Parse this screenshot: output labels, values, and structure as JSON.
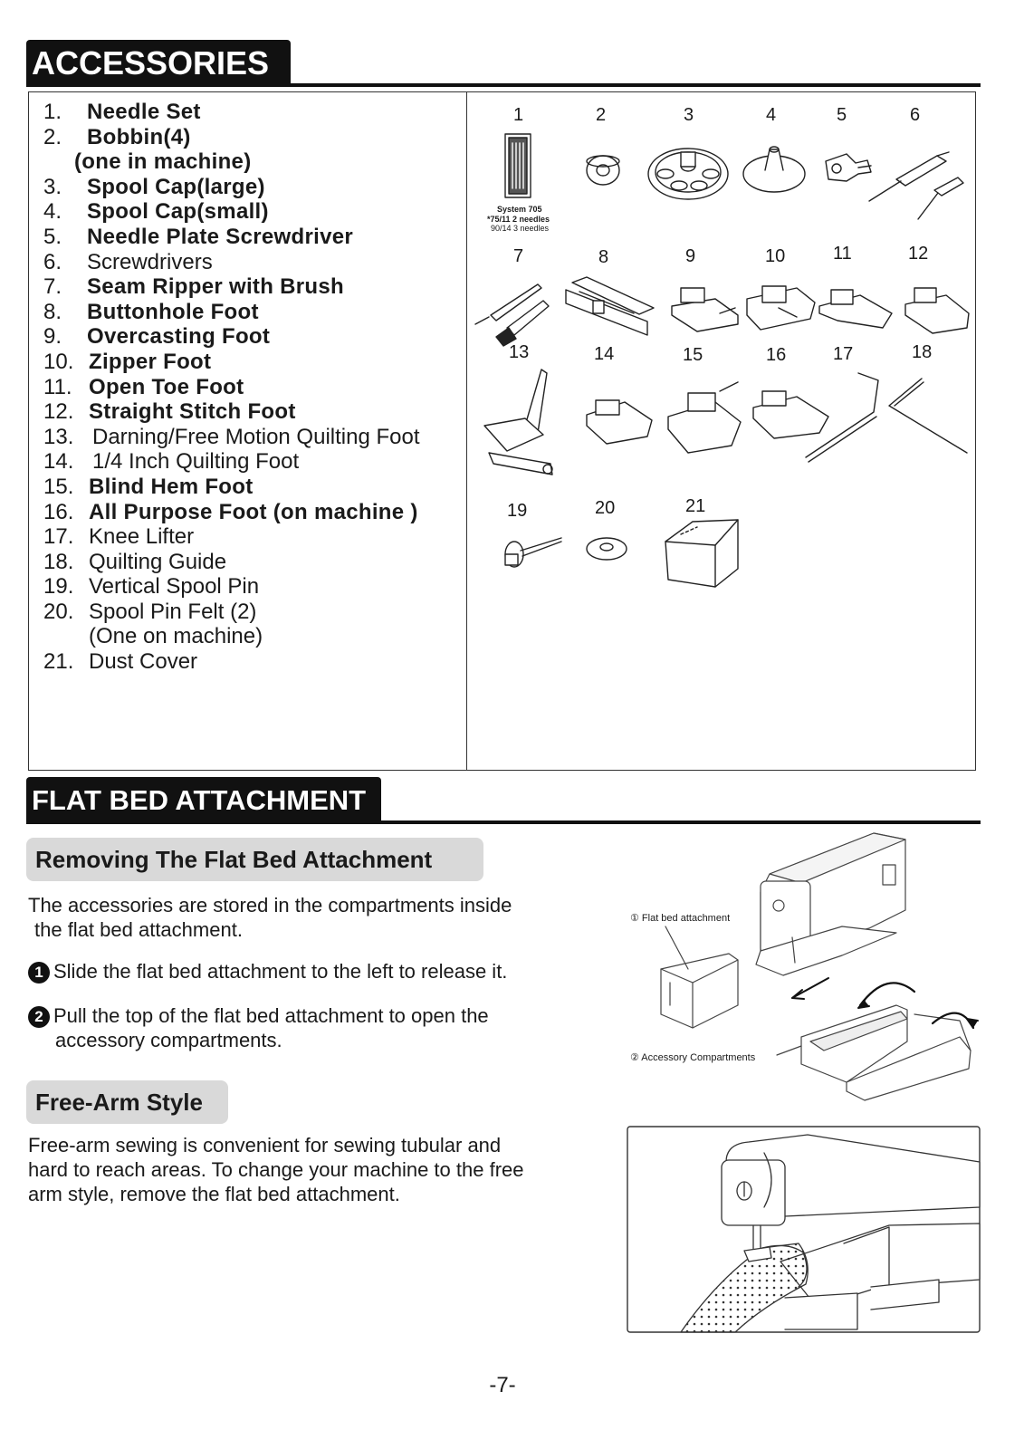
{
  "accessories": {
    "title": "ACCESSORIES",
    "items": [
      {
        "num": "1.",
        "label": "Needle Set"
      },
      {
        "num": "2.",
        "label": "Bobbin(4)"
      },
      {
        "num": "",
        "label": "(one in machine)"
      },
      {
        "num": "3.",
        "label": "Spool Cap(large)"
      },
      {
        "num": "4.",
        "label": "Spool Cap(small)"
      },
      {
        "num": "5.",
        "label": "Needle Plate Screwdriver"
      },
      {
        "num": "6.",
        "label": "Screwdrivers"
      },
      {
        "num": "7.",
        "label": "Seam Ripper with Brush"
      },
      {
        "num": "8.",
        "label": "Buttonhole Foot"
      },
      {
        "num": "9.",
        "label": "Overcasting Foot"
      },
      {
        "num": "10.",
        "label": "Zipper Foot"
      },
      {
        "num": "11.",
        "label": "Open Toe Foot"
      },
      {
        "num": "12.",
        "label": "Straight Stitch Foot"
      },
      {
        "num": "13.",
        "label": "Darning/Free Motion Quilting Foot"
      },
      {
        "num": "14.",
        "label": "1/4 Inch Quilting Foot"
      },
      {
        "num": "15.",
        "label": "Blind Hem Foot"
      },
      {
        "num": "16.",
        "label": "All Purpose Foot (on machine )"
      },
      {
        "num": "17.",
        "label": "Knee Lifter"
      },
      {
        "num": "18.",
        "label": "Quilting Guide"
      },
      {
        "num": "19.",
        "label": "Vertical Spool Pin"
      },
      {
        "num": "20.",
        "label": "Spool Pin Felt (2)"
      },
      {
        "num": "",
        "label": "(One on machine)"
      },
      {
        "num": "21.",
        "label": "Dust Cover"
      }
    ],
    "figure_numbers": [
      "1",
      "2",
      "3",
      "4",
      "5",
      "6",
      "7",
      "8",
      "9",
      "10",
      "11",
      "12",
      "13",
      "14",
      "15",
      "16",
      "17",
      "18",
      "19",
      "20",
      "21"
    ],
    "needle_label": {
      "line1": "System 705",
      "line2": "*75/11  2 needles",
      "line3": "90/14  3 needles"
    }
  },
  "flat_bed": {
    "title": "FLAT BED ATTACHMENT",
    "removing": {
      "heading": "Removing The Flat Bed Attachment",
      "intro_line1": "The accessories are stored in the compartments inside",
      "intro_line2": "the flat bed attachment.",
      "step1_badge": "1",
      "step1": "Slide the flat bed attachment to the left  to release it.",
      "step2_badge": "2",
      "step2_line1": "Pull the top of the flat bed attachment to open the",
      "step2_line2": "accessory compartments.",
      "caption1": "① Flat bed attachment",
      "caption2": "② Accessory Compartments"
    },
    "free_arm": {
      "heading": "Free-Arm Style",
      "line1": "Free-arm sewing is convenient for sewing tubular and",
      "line2": "hard to reach areas. To change your machine to the free",
      "line3": "arm style, remove the flat bed attachment."
    }
  },
  "page_number": "-7-"
}
